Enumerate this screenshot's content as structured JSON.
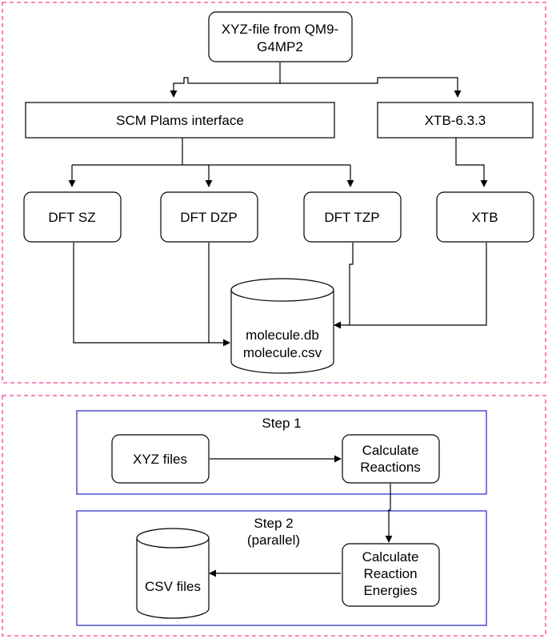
{
  "colors": {
    "panel_border": "#ff3d9a",
    "step_border": "#3333cc",
    "stroke": "#000000",
    "background": "#ffffff"
  },
  "top_panel": {
    "source": [
      "XYZ-file from QM9-",
      "G4MP2"
    ],
    "scm": "SCM Plams interface",
    "xtb_version": "XTB-6.3.3",
    "dft_sz": "DFT SZ",
    "dft_dzp": "DFT DZP",
    "dft_tzp": "DFT TZP",
    "xtb": "XTB",
    "database": [
      "molecule.db",
      "molecule.csv"
    ]
  },
  "bottom_panel": {
    "step1": {
      "title": "Step 1",
      "xyz_files": "XYZ files",
      "calc_reactions": [
        "Calculate",
        "Reactions"
      ]
    },
    "step2": {
      "title": [
        "Step 2",
        "(parallel)"
      ],
      "csv_files": "CSV files",
      "calc_energies": [
        "Calculate",
        "Reaction",
        "Energies"
      ]
    }
  }
}
